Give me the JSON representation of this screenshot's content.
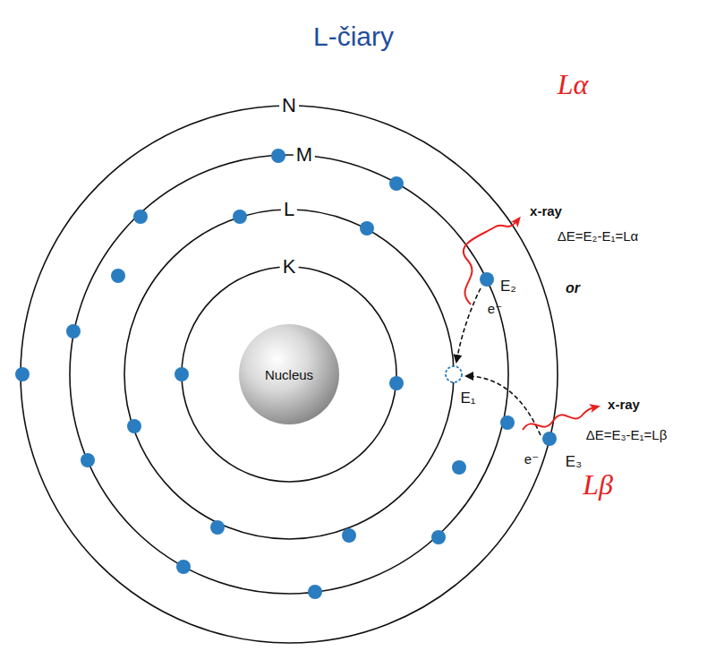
{
  "diagram": {
    "title": "L-čiary",
    "nodes": [
      {
        "text": [
          "Nucleus"
        ]
      }
    ],
    "labels": [
      "N",
      "M",
      "L",
      "K",
      "Lα",
      "x-ray",
      "ΔE=E₂-E₁=Lα",
      "or",
      "x-ray",
      "ΔE=E₃-E₁=Lβ",
      "Lβ",
      "E₂",
      "E₁",
      "E₃",
      "e⁻",
      "e⁻"
    ]
  }
}
